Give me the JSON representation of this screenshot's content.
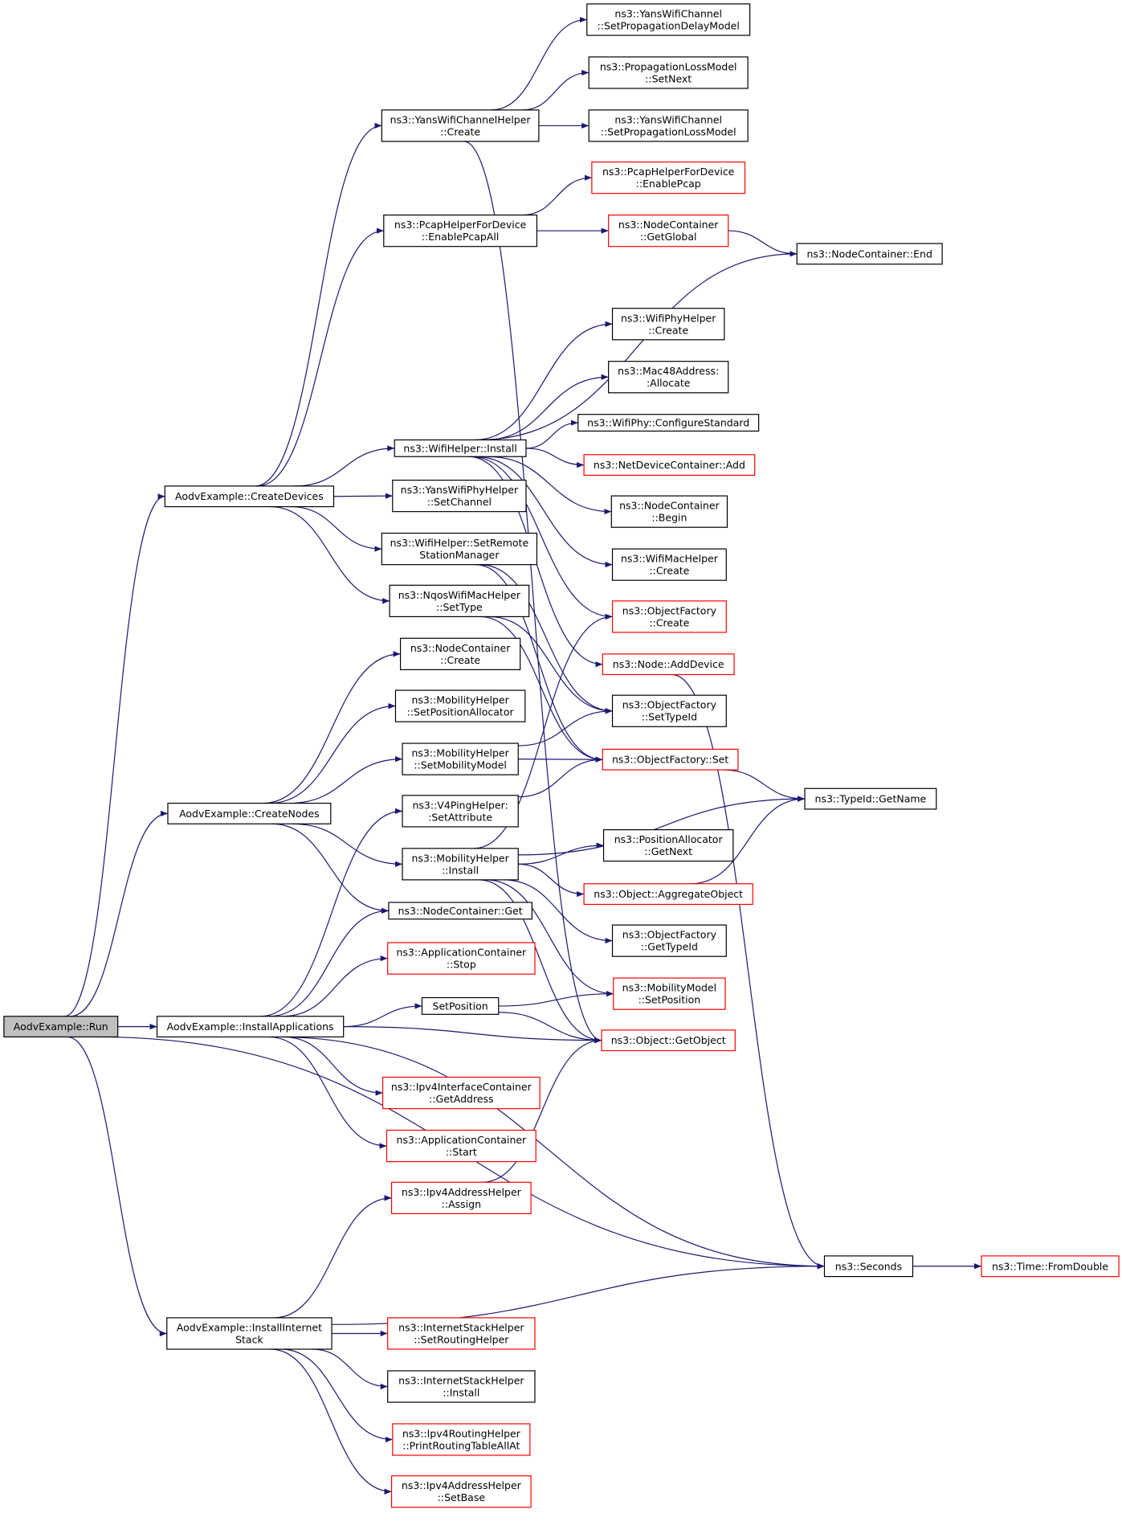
{
  "colors": {
    "edge": "#191970",
    "node_border": "#000000",
    "truncated_node_border": "#ff0000",
    "root_fill": "#bfbfbf",
    "node_fill": "#ffffff"
  },
  "nodes": {
    "run": {
      "lines": [
        "AodvExample::Run"
      ],
      "style": "root"
    },
    "createDevices": {
      "lines": [
        "AodvExample::CreateDevices"
      ],
      "style": "std"
    },
    "createNodes": {
      "lines": [
        "AodvExample::CreateNodes"
      ],
      "style": "std"
    },
    "installApps": {
      "lines": [
        "AodvExample::InstallApplications"
      ],
      "style": "std"
    },
    "installInternet": {
      "lines": [
        "AodvExample::InstallInternet",
        "Stack"
      ],
      "style": "std"
    },
    "yansChHelperCreate": {
      "lines": [
        "ns3::YansWifiChannelHelper",
        "::Create"
      ],
      "style": "std"
    },
    "pcapEnableAll": {
      "lines": [
        "ns3::PcapHelperForDevice",
        "::EnablePcapAll"
      ],
      "style": "std"
    },
    "wifiHelperInstall": {
      "lines": [
        "ns3::WifiHelper::Install"
      ],
      "style": "std"
    },
    "yansPhySetChannel": {
      "lines": [
        "ns3::YansWifiPhyHelper",
        "::SetChannel"
      ],
      "style": "std"
    },
    "wifiSetRemote": {
      "lines": [
        "ns3::WifiHelper::SetRemote",
        "StationManager"
      ],
      "style": "std"
    },
    "nqosSetType": {
      "lines": [
        "ns3::NqosWifiMacHelper",
        "::SetType"
      ],
      "style": "std"
    },
    "nodeContCreate": {
      "lines": [
        "ns3::NodeContainer",
        "::Create"
      ],
      "style": "std"
    },
    "mobSetPosAlloc": {
      "lines": [
        "ns3::MobilityHelper",
        "::SetPositionAllocator"
      ],
      "style": "std"
    },
    "mobSetModel": {
      "lines": [
        "ns3::MobilityHelper",
        "::SetMobilityModel"
      ],
      "style": "std"
    },
    "v4pingSetAttr": {
      "lines": [
        "ns3::V4PingHelper:",
        ":SetAttribute"
      ],
      "style": "std"
    },
    "mobInstall": {
      "lines": [
        "ns3::MobilityHelper",
        "::Install"
      ],
      "style": "std"
    },
    "nodeContGet": {
      "lines": [
        "ns3::NodeContainer::Get"
      ],
      "style": "std"
    },
    "appContStop": {
      "lines": [
        "ns3::ApplicationContainer",
        "::Stop"
      ],
      "style": "trunc"
    },
    "setPosition": {
      "lines": [
        "SetPosition"
      ],
      "style": "std"
    },
    "ipv4IfGetAddr": {
      "lines": [
        "ns3::Ipv4InterfaceContainer",
        "::GetAddress"
      ],
      "style": "trunc"
    },
    "appContStart": {
      "lines": [
        "ns3::ApplicationContainer",
        "::Start"
      ],
      "style": "trunc"
    },
    "ipv4AddrAssign": {
      "lines": [
        "ns3::Ipv4AddressHelper",
        "::Assign"
      ],
      "style": "trunc"
    },
    "inetSetRouting": {
      "lines": [
        "ns3::InternetStackHelper",
        "::SetRoutingHelper"
      ],
      "style": "trunc"
    },
    "inetInstall": {
      "lines": [
        "ns3::InternetStackHelper",
        "::Install"
      ],
      "style": "std"
    },
    "ipv4RoutingPrint": {
      "lines": [
        "ns3::Ipv4RoutingHelper",
        "::PrintRoutingTableAllAt"
      ],
      "style": "trunc"
    },
    "ipv4AddrSetBase": {
      "lines": [
        "ns3::Ipv4AddressHelper",
        "::SetBase"
      ],
      "style": "trunc"
    },
    "yansChSetDelay": {
      "lines": [
        "ns3::YansWifiChannel",
        "::SetPropagationDelayModel"
      ],
      "style": "std"
    },
    "propLossSetNext": {
      "lines": [
        "ns3::PropagationLossModel",
        "::SetNext"
      ],
      "style": "std"
    },
    "yansChSetLoss": {
      "lines": [
        "ns3::YansWifiChannel",
        "::SetPropagationLossModel"
      ],
      "style": "std"
    },
    "pcapEnable": {
      "lines": [
        "ns3::PcapHelperForDevice",
        "::EnablePcap"
      ],
      "style": "trunc"
    },
    "nodeContGetGlobal": {
      "lines": [
        "ns3::NodeContainer",
        "::GetGlobal"
      ],
      "style": "trunc"
    },
    "wifiPhyHelperCreate": {
      "lines": [
        "ns3::WifiPhyHelper",
        "::Create"
      ],
      "style": "std"
    },
    "mac48Allocate": {
      "lines": [
        "ns3::Mac48Address:",
        ":Allocate"
      ],
      "style": "std"
    },
    "wifiPhyConfStd": {
      "lines": [
        "ns3::WifiPhy::ConfigureStandard"
      ],
      "style": "std"
    },
    "netDevContAdd": {
      "lines": [
        "ns3::NetDeviceContainer::Add"
      ],
      "style": "trunc"
    },
    "nodeContBegin": {
      "lines": [
        "ns3::NodeContainer",
        "::Begin"
      ],
      "style": "std"
    },
    "wifiMacHelperCreate": {
      "lines": [
        "ns3::WifiMacHelper",
        "::Create"
      ],
      "style": "std"
    },
    "objFactCreate": {
      "lines": [
        "ns3::ObjectFactory",
        "::Create"
      ],
      "style": "trunc"
    },
    "nodeAddDevice": {
      "lines": [
        "ns3::Node::AddDevice"
      ],
      "style": "trunc"
    },
    "objFactSetTypeId": {
      "lines": [
        "ns3::ObjectFactory",
        "::SetTypeId"
      ],
      "style": "std"
    },
    "objFactSet": {
      "lines": [
        "ns3::ObjectFactory::Set"
      ],
      "style": "trunc"
    },
    "posAllocGetNext": {
      "lines": [
        "ns3::PositionAllocator",
        "::GetNext"
      ],
      "style": "std"
    },
    "objAggregate": {
      "lines": [
        "ns3::Object::AggregateObject"
      ],
      "style": "trunc"
    },
    "objFactGetTypeId": {
      "lines": [
        "ns3::ObjectFactory",
        "::GetTypeId"
      ],
      "style": "std"
    },
    "mobModelSetPos": {
      "lines": [
        "ns3::MobilityModel",
        "::SetPosition"
      ],
      "style": "trunc"
    },
    "objGetObject": {
      "lines": [
        "ns3::Object::GetObject"
      ],
      "style": "trunc"
    },
    "nodeContEnd": {
      "lines": [
        "ns3::NodeContainer::End"
      ],
      "style": "std"
    },
    "typeIdGetName": {
      "lines": [
        "ns3::TypeId::GetName"
      ],
      "style": "std"
    },
    "seconds": {
      "lines": [
        "ns3::Seconds"
      ],
      "style": "std"
    },
    "timeFromDouble": {
      "lines": [
        "ns3::Time::FromDouble"
      ],
      "style": "trunc"
    }
  },
  "edges": [
    [
      "run",
      "createDevices"
    ],
    [
      "run",
      "createNodes"
    ],
    [
      "run",
      "installApps"
    ],
    [
      "run",
      "installInternet"
    ],
    [
      "run",
      "seconds"
    ],
    [
      "createDevices",
      "yansChHelperCreate"
    ],
    [
      "createDevices",
      "pcapEnableAll"
    ],
    [
      "createDevices",
      "wifiHelperInstall"
    ],
    [
      "createDevices",
      "yansPhySetChannel"
    ],
    [
      "createDevices",
      "wifiSetRemote"
    ],
    [
      "createDevices",
      "nqosSetType"
    ],
    [
      "yansChHelperCreate",
      "yansChSetDelay"
    ],
    [
      "yansChHelperCreate",
      "propLossSetNext"
    ],
    [
      "yansChHelperCreate",
      "yansChSetLoss"
    ],
    [
      "yansChHelperCreate",
      "objGetObject"
    ],
    [
      "pcapEnableAll",
      "pcapEnable"
    ],
    [
      "pcapEnableAll",
      "nodeContGetGlobal"
    ],
    [
      "nodeContGetGlobal",
      "nodeContEnd"
    ],
    [
      "wifiHelperInstall",
      "nodeContEnd"
    ],
    [
      "wifiHelperInstall",
      "wifiPhyHelperCreate"
    ],
    [
      "wifiHelperInstall",
      "mac48Allocate"
    ],
    [
      "wifiHelperInstall",
      "wifiPhyConfStd"
    ],
    [
      "wifiHelperInstall",
      "netDevContAdd"
    ],
    [
      "wifiHelperInstall",
      "nodeContBegin"
    ],
    [
      "wifiHelperInstall",
      "wifiMacHelperCreate"
    ],
    [
      "wifiHelperInstall",
      "objFactCreate"
    ],
    [
      "wifiHelperInstall",
      "nodeAddDevice"
    ],
    [
      "wifiSetRemote",
      "objFactSetTypeId"
    ],
    [
      "wifiSetRemote",
      "objFactSet"
    ],
    [
      "nqosSetType",
      "objFactSetTypeId"
    ],
    [
      "nqosSetType",
      "objFactSet"
    ],
    [
      "createNodes",
      "nodeContCreate"
    ],
    [
      "createNodes",
      "mobSetPosAlloc"
    ],
    [
      "createNodes",
      "mobSetModel"
    ],
    [
      "createNodes",
      "mobInstall"
    ],
    [
      "createNodes",
      "nodeContGet"
    ],
    [
      "mobSetModel",
      "objFactSetTypeId"
    ],
    [
      "mobSetModel",
      "objFactSet"
    ],
    [
      "v4pingSetAttr",
      "objFactSet"
    ],
    [
      "mobInstall",
      "objFactCreate"
    ],
    [
      "mobInstall",
      "typeIdGetName"
    ],
    [
      "mobInstall",
      "posAllocGetNext"
    ],
    [
      "mobInstall",
      "objAggregate"
    ],
    [
      "mobInstall",
      "objFactGetTypeId"
    ],
    [
      "mobInstall",
      "mobModelSetPos"
    ],
    [
      "mobInstall",
      "objGetObject"
    ],
    [
      "installApps",
      "v4pingSetAttr"
    ],
    [
      "installApps",
      "nodeContGet"
    ],
    [
      "installApps",
      "appContStop"
    ],
    [
      "installApps",
      "setPosition"
    ],
    [
      "installApps",
      "objGetObject"
    ],
    [
      "installApps",
      "ipv4IfGetAddr"
    ],
    [
      "installApps",
      "appContStart"
    ],
    [
      "installApps",
      "seconds"
    ],
    [
      "setPosition",
      "mobModelSetPos"
    ],
    [
      "setPosition",
      "objGetObject"
    ],
    [
      "ipv4AddrAssign",
      "objGetObject"
    ],
    [
      "installInternet",
      "ipv4AddrAssign"
    ],
    [
      "installInternet",
      "seconds"
    ],
    [
      "installInternet",
      "inetSetRouting"
    ],
    [
      "installInternet",
      "inetInstall"
    ],
    [
      "installInternet",
      "ipv4RoutingPrint"
    ],
    [
      "installInternet",
      "ipv4AddrSetBase"
    ],
    [
      "objFactSet",
      "typeIdGetName"
    ],
    [
      "objAggregate",
      "typeIdGetName"
    ],
    [
      "nodeAddDevice",
      "seconds"
    ],
    [
      "seconds",
      "timeFromDouble"
    ]
  ]
}
